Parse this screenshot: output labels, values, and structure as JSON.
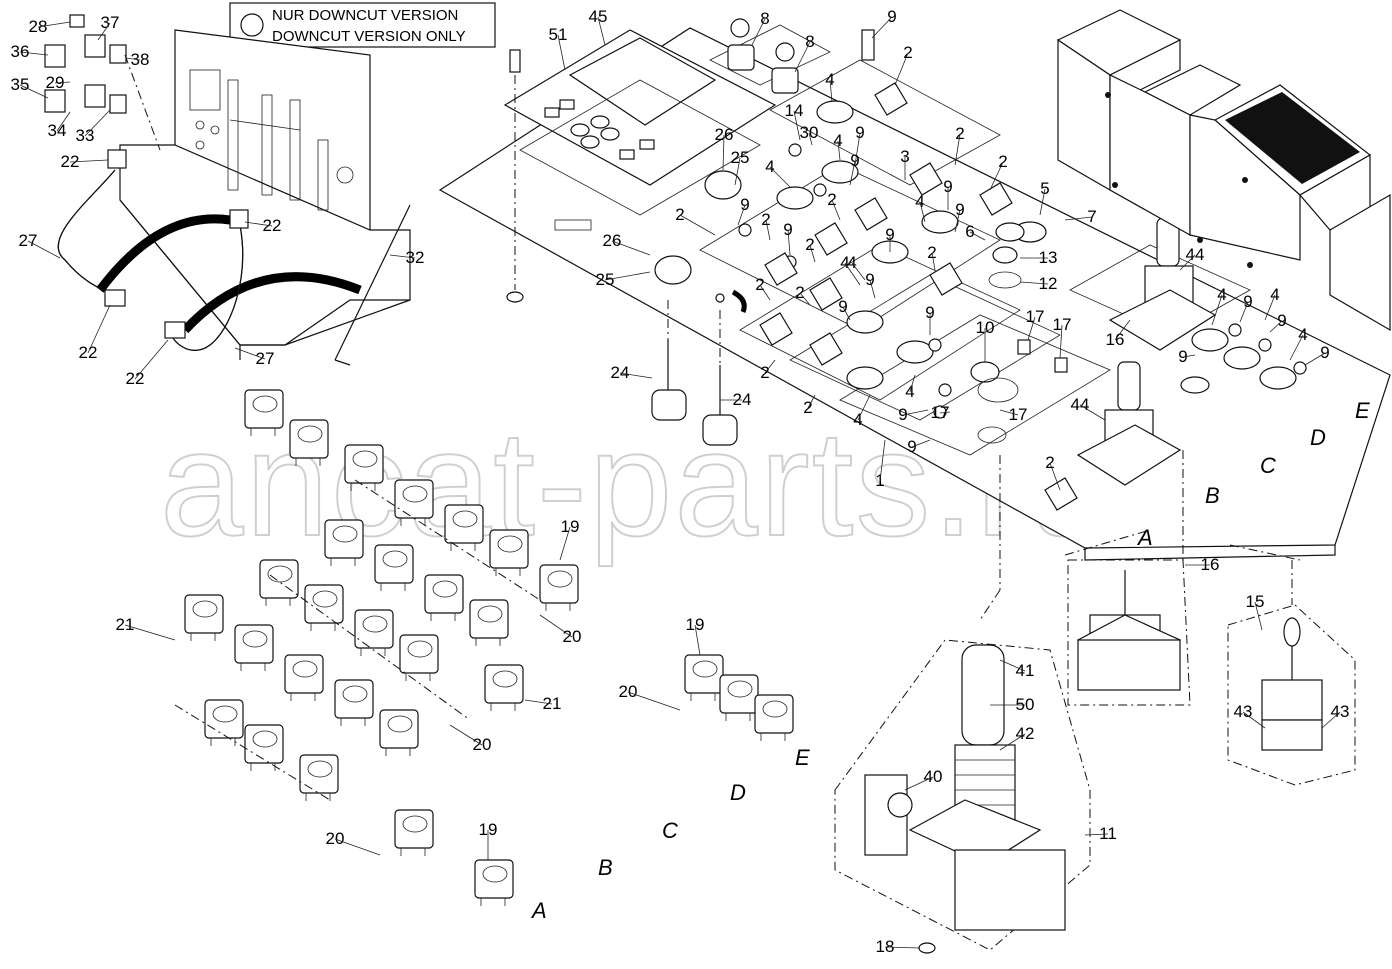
{
  "legend": {
    "line1": "NUR DOWNCUT VERSION",
    "line2": "DOWNCUT VERSION ONLY"
  },
  "watermark": "ancat-parts.ru",
  "callouts": [
    {
      "id": "c28a",
      "text": "28"
    },
    {
      "id": "c37",
      "text": "37"
    },
    {
      "id": "c36",
      "text": "36"
    },
    {
      "id": "c38",
      "text": "38"
    },
    {
      "id": "c29",
      "text": "29"
    },
    {
      "id": "c35",
      "text": "35"
    },
    {
      "id": "c34",
      "text": "34"
    },
    {
      "id": "c33",
      "text": "33"
    },
    {
      "id": "c22a",
      "text": "22"
    },
    {
      "id": "c22b",
      "text": "22"
    },
    {
      "id": "c27a",
      "text": "27"
    },
    {
      "id": "c32",
      "text": "32"
    },
    {
      "id": "c22c",
      "text": "22"
    },
    {
      "id": "c22d",
      "text": "22"
    },
    {
      "id": "c27b",
      "text": "27"
    },
    {
      "id": "c51",
      "text": "51"
    },
    {
      "id": "c45",
      "text": "45"
    },
    {
      "id": "c8a",
      "text": "8"
    },
    {
      "id": "c8b",
      "text": "8"
    },
    {
      "id": "c9a",
      "text": "9"
    },
    {
      "id": "c2a",
      "text": "2"
    },
    {
      "id": "c4a",
      "text": "4"
    },
    {
      "id": "c14",
      "text": "14"
    },
    {
      "id": "c30",
      "text": "30"
    },
    {
      "id": "c4b",
      "text": "4"
    },
    {
      "id": "c9b",
      "text": "9"
    },
    {
      "id": "c26a",
      "text": "26"
    },
    {
      "id": "c25a",
      "text": "25"
    },
    {
      "id": "c2b",
      "text": "2"
    },
    {
      "id": "c9c",
      "text": "9"
    },
    {
      "id": "c4c",
      "text": "4"
    },
    {
      "id": "c3",
      "text": "3"
    },
    {
      "id": "c2c",
      "text": "2"
    },
    {
      "id": "c2d",
      "text": "2"
    },
    {
      "id": "c9d",
      "text": "9"
    },
    {
      "id": "c5",
      "text": "5"
    },
    {
      "id": "c7",
      "text": "7"
    },
    {
      "id": "c9e",
      "text": "9"
    },
    {
      "id": "c2e",
      "text": "2"
    },
    {
      "id": "c4d",
      "text": "4"
    },
    {
      "id": "c9f",
      "text": "9"
    },
    {
      "id": "c2f",
      "text": "2"
    },
    {
      "id": "c4e",
      "text": "4"
    },
    {
      "id": "c6",
      "text": "6"
    },
    {
      "id": "c13",
      "text": "13"
    },
    {
      "id": "c2g",
      "text": "2"
    },
    {
      "id": "c9g",
      "text": "9"
    },
    {
      "id": "c26b",
      "text": "26"
    },
    {
      "id": "c25b",
      "text": "25"
    },
    {
      "id": "c2h",
      "text": "2"
    },
    {
      "id": "c9h",
      "text": "9"
    },
    {
      "id": "c2i",
      "text": "2"
    },
    {
      "id": "c4f",
      "text": "4"
    },
    {
      "id": "c9i",
      "text": "9"
    },
    {
      "id": "c2j",
      "text": "2"
    },
    {
      "id": "c9j",
      "text": "9"
    },
    {
      "id": "c12",
      "text": "12"
    },
    {
      "id": "c44a",
      "text": "44"
    },
    {
      "id": "c4g",
      "text": "4"
    },
    {
      "id": "c9k",
      "text": "9"
    },
    {
      "id": "c4h",
      "text": "4"
    },
    {
      "id": "c9l",
      "text": "9"
    },
    {
      "id": "c16a",
      "text": "16"
    },
    {
      "id": "c4i",
      "text": "4"
    },
    {
      "id": "c9m",
      "text": "9"
    },
    {
      "id": "c9n",
      "text": "9"
    },
    {
      "id": "c10",
      "text": "10"
    },
    {
      "id": "c17a",
      "text": "17"
    },
    {
      "id": "c17b",
      "text": "17"
    },
    {
      "id": "c17c",
      "text": "17"
    },
    {
      "id": "c9o",
      "text": "9"
    },
    {
      "id": "c4j",
      "text": "4"
    },
    {
      "id": "c2k",
      "text": "2"
    },
    {
      "id": "c24a",
      "text": "24"
    },
    {
      "id": "c24b",
      "text": "24"
    },
    {
      "id": "c2l",
      "text": "2"
    },
    {
      "id": "c4k",
      "text": "4"
    },
    {
      "id": "c9p",
      "text": "9"
    },
    {
      "id": "c17d",
      "text": "17"
    },
    {
      "id": "c44b",
      "text": "44"
    },
    {
      "id": "c9q",
      "text": "9"
    },
    {
      "id": "c1",
      "text": "1"
    },
    {
      "id": "c2m",
      "text": "2"
    },
    {
      "id": "c16b",
      "text": "16"
    },
    {
      "id": "c15",
      "text": "15"
    },
    {
      "id": "c19a",
      "text": "19"
    },
    {
      "id": "c21a",
      "text": "21"
    },
    {
      "id": "c20a",
      "text": "20"
    },
    {
      "id": "c21b",
      "text": "21"
    },
    {
      "id": "c20b",
      "text": "20"
    },
    {
      "id": "c19b",
      "text": "19"
    },
    {
      "id": "c20c",
      "text": "20"
    },
    {
      "id": "c20d",
      "text": "20"
    },
    {
      "id": "c19c",
      "text": "19"
    },
    {
      "id": "c41",
      "text": "41"
    },
    {
      "id": "c50",
      "text": "50"
    },
    {
      "id": "c42",
      "text": "42"
    },
    {
      "id": "c40",
      "text": "40"
    },
    {
      "id": "c11",
      "text": "11"
    },
    {
      "id": "c43a",
      "text": "43"
    },
    {
      "id": "c43b",
      "text": "43"
    },
    {
      "id": "c18",
      "text": "18"
    }
  ],
  "letters": [
    {
      "id": "lE1",
      "text": "E"
    },
    {
      "id": "lD1",
      "text": "D"
    },
    {
      "id": "lC1",
      "text": "C"
    },
    {
      "id": "lB1",
      "text": "B"
    },
    {
      "id": "lA1",
      "text": "A"
    },
    {
      "id": "lE2",
      "text": "E"
    },
    {
      "id": "lD2",
      "text": "D"
    },
    {
      "id": "lC2",
      "text": "C"
    },
    {
      "id": "lB2",
      "text": "B"
    },
    {
      "id": "lA2",
      "text": "A"
    }
  ]
}
